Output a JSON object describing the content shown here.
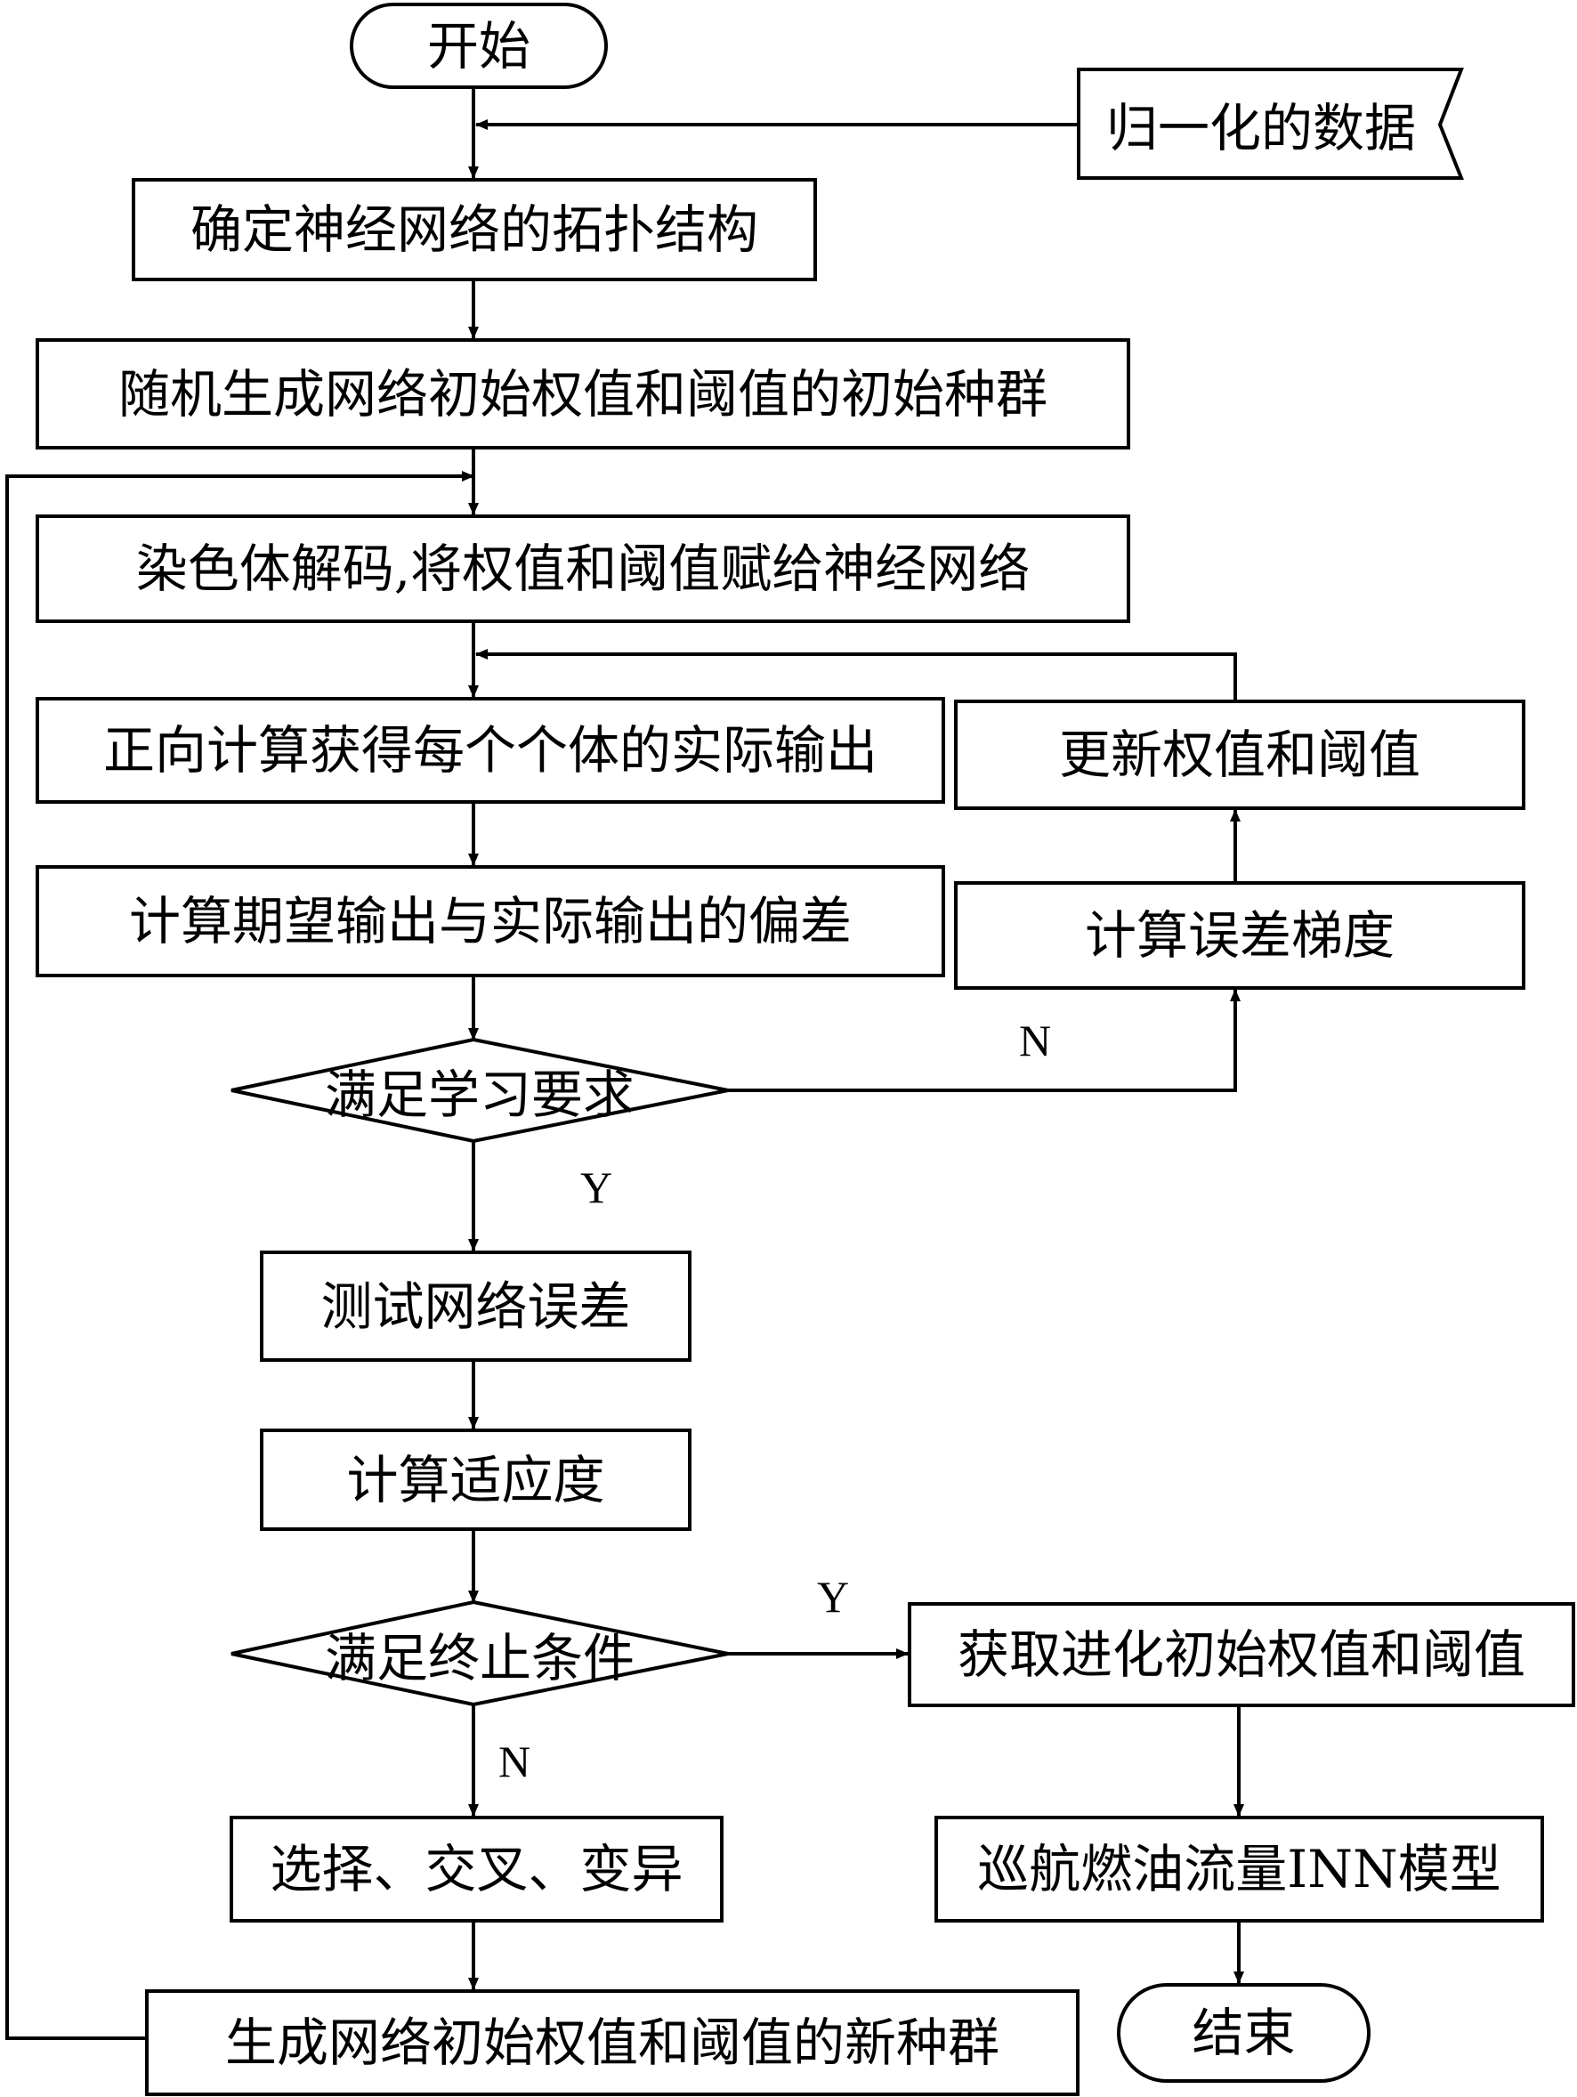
{
  "nodes": {
    "start": "开始",
    "data_input": "归一化的数据",
    "topology": "确定神经网络的拓扑结构",
    "init_population": "随机生成网络初始权值和阈值的初始种群",
    "decode": "染色体解码,将权值和阈值赋给神经网络",
    "forward": "正向计算获得每个个体的实际输出",
    "update": "更新权值和阈值",
    "deviation": "计算期望输出与实际输出的偏差",
    "gradient": "计算误差梯度",
    "learn_cond": "满足学习要求",
    "test_error": "测试网络误差",
    "fitness": "计算适应度",
    "stop_cond": "满足终止条件",
    "get_weights": "获取进化初始权值和阈值",
    "ga_ops": "选择、交叉、变异",
    "model": "巡航燃油流量INN模型",
    "new_population": "生成网络初始权值和阈值的新种群",
    "end": "结束"
  },
  "edge_labels": {
    "learn_no": "N",
    "learn_yes": "Y",
    "stop_yes": "Y",
    "stop_no": "N"
  }
}
